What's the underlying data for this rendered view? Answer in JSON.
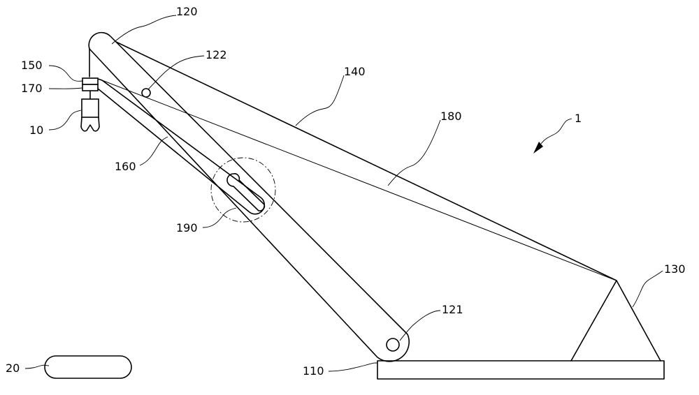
{
  "labels": {
    "l120": "120",
    "l122": "122",
    "l150": "150",
    "l170": "170",
    "l140": "140",
    "l180": "180",
    "l1": "1",
    "l10": "10",
    "l160": "160",
    "l190": "190",
    "l130": "130",
    "l121": "121",
    "l20": "20",
    "l110": "110"
  }
}
